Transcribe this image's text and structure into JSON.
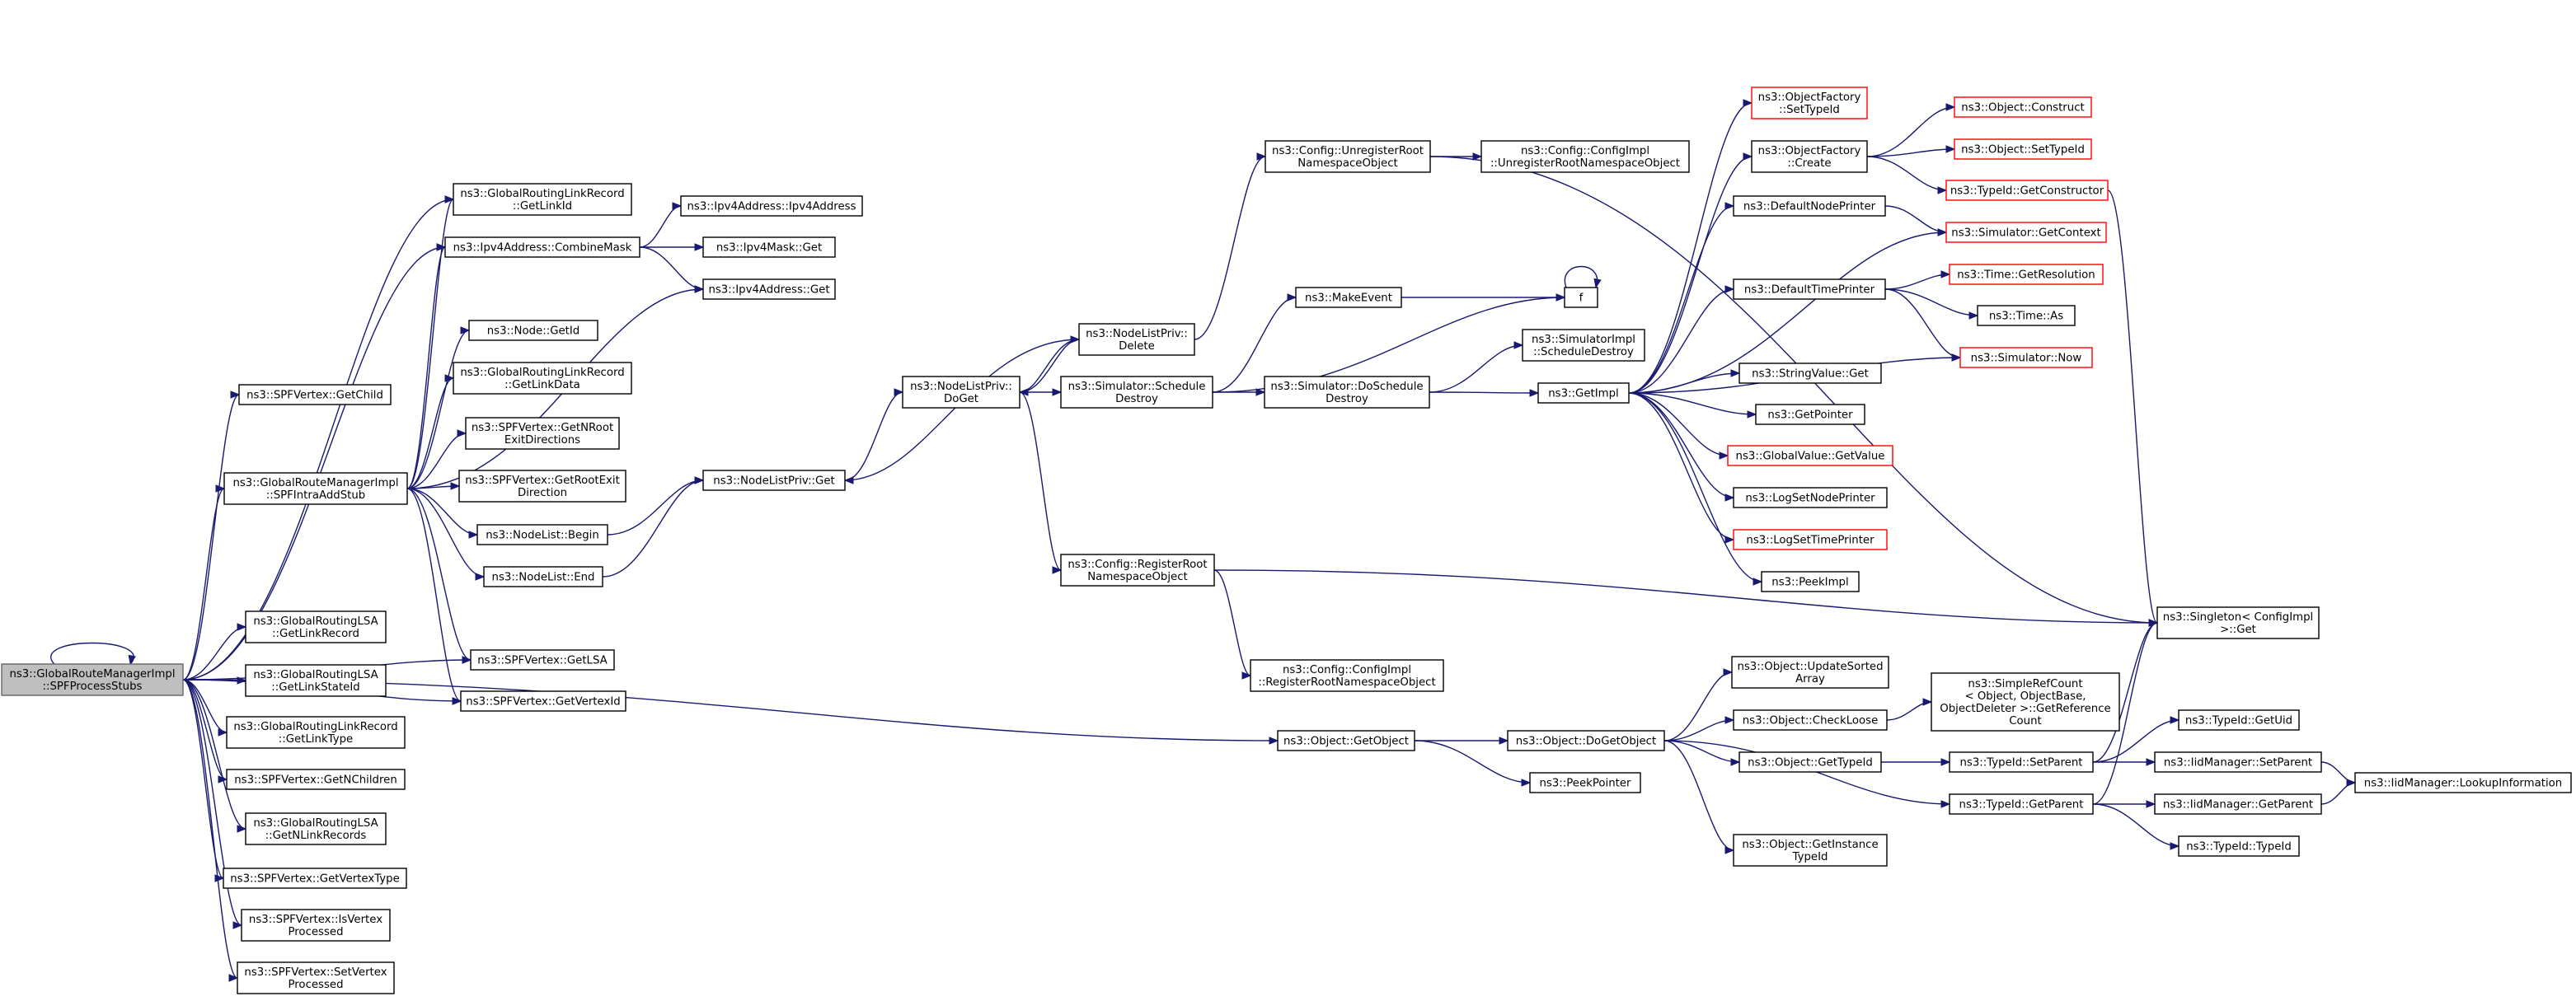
{
  "graph": {
    "root": "ns3::GlobalRouteManagerImpl::SPFProcessStubs",
    "colors": {
      "edge": "#191970",
      "box_border": "#000000",
      "truncated_border": "#ff0000",
      "root_fill": "#bfbfbf"
    },
    "nodes": [
      {
        "id": "root",
        "lines": [
          "ns3::GlobalRouteManagerImpl",
          "::SPFProcessStubs"
        ],
        "style": "root"
      },
      {
        "id": "getchild",
        "lines": [
          "ns3::SPFVertex::GetChild"
        ]
      },
      {
        "id": "spfintra",
        "lines": [
          "ns3::GlobalRouteManagerImpl",
          "::SPFIntraAddStub"
        ]
      },
      {
        "id": "lsa_linkrecord",
        "lines": [
          "ns3::GlobalRoutingLSA",
          "::GetLinkRecord"
        ]
      },
      {
        "id": "lsa_linkstateid",
        "lines": [
          "ns3::GlobalRoutingLSA",
          "::GetLinkStateId"
        ]
      },
      {
        "id": "lr_gettype",
        "lines": [
          "ns3::GlobalRoutingLinkRecord",
          "::GetLinkType"
        ]
      },
      {
        "id": "getnchildren",
        "lines": [
          "ns3::SPFVertex::GetNChildren"
        ]
      },
      {
        "id": "getnlinkrecords",
        "lines": [
          "ns3::GlobalRoutingLSA",
          "::GetNLinkRecords"
        ]
      },
      {
        "id": "getvertextype",
        "lines": [
          "ns3::SPFVertex::GetVertexType"
        ]
      },
      {
        "id": "isvertexprocessed",
        "lines": [
          "ns3::SPFVertex::IsVertex",
          "Processed"
        ]
      },
      {
        "id": "setvertexprocessed",
        "lines": [
          "ns3::SPFVertex::SetVertex",
          "Processed"
        ]
      },
      {
        "id": "lr_getlinkid",
        "lines": [
          "ns3::GlobalRoutingLinkRecord",
          "::GetLinkId"
        ]
      },
      {
        "id": "combinemask",
        "lines": [
          "ns3::Ipv4Address::CombineMask"
        ]
      },
      {
        "id": "nodegetid",
        "lines": [
          "ns3::Node::GetId"
        ]
      },
      {
        "id": "lr_getlinkdata",
        "lines": [
          "ns3::GlobalRoutingLinkRecord",
          "::GetLinkData"
        ]
      },
      {
        "id": "getnrootexit",
        "lines": [
          "ns3::SPFVertex::GetNRoot",
          "ExitDirections"
        ]
      },
      {
        "id": "getrootexit",
        "lines": [
          "ns3::SPFVertex::GetRootExit",
          "Direction"
        ]
      },
      {
        "id": "nodelistbegin",
        "lines": [
          "ns3::NodeList::Begin"
        ]
      },
      {
        "id": "nodelistend",
        "lines": [
          "ns3::NodeList::End"
        ]
      },
      {
        "id": "getlsa",
        "lines": [
          "ns3::SPFVertex::GetLSA"
        ]
      },
      {
        "id": "getvertexid",
        "lines": [
          "ns3::SPFVertex::GetVertexId"
        ]
      },
      {
        "id": "ipv4addr_ctor",
        "lines": [
          "ns3::Ipv4Address::Ipv4Address"
        ]
      },
      {
        "id": "ipv4mask_get",
        "lines": [
          "ns3::Ipv4Mask::Get"
        ]
      },
      {
        "id": "ipv4addr_get",
        "lines": [
          "ns3::Ipv4Address::Get"
        ]
      },
      {
        "id": "nodelistpriv_get",
        "lines": [
          "ns3::NodeListPriv::Get"
        ]
      },
      {
        "id": "doget",
        "lines": [
          "ns3::NodeListPriv::",
          "DoGet"
        ]
      },
      {
        "id": "delete",
        "lines": [
          "ns3::NodeListPriv::",
          "Delete"
        ]
      },
      {
        "id": "schedule_destroy",
        "lines": [
          "ns3::Simulator::Schedule",
          "Destroy"
        ]
      },
      {
        "id": "registerroot",
        "lines": [
          "ns3::Config::RegisterRoot",
          "NamespaceObject"
        ]
      },
      {
        "id": "unregisterroot",
        "lines": [
          "ns3::Config::UnregisterRoot",
          "NamespaceObject"
        ]
      },
      {
        "id": "makeevent",
        "lines": [
          "ns3::MakeEvent"
        ]
      },
      {
        "id": "doschedule_destroy",
        "lines": [
          "ns3::Simulator::DoSchedule",
          "Destroy"
        ]
      },
      {
        "id": "impl_registerroot",
        "lines": [
          "ns3::Config::ConfigImpl",
          "::RegisterRootNamespaceObject"
        ]
      },
      {
        "id": "impl_unregisterroot",
        "lines": [
          "ns3::Config::ConfigImpl",
          "::UnregisterRootNamespaceObject"
        ]
      },
      {
        "id": "f",
        "lines": [
          "f"
        ]
      },
      {
        "id": "simimpl_scheduledestroy",
        "lines": [
          "ns3::SimulatorImpl",
          "::ScheduleDestroy"
        ]
      },
      {
        "id": "getimpl",
        "lines": [
          "ns3::GetImpl"
        ]
      },
      {
        "id": "getobject",
        "lines": [
          "ns3::Object::GetObject"
        ]
      },
      {
        "id": "dogetobject",
        "lines": [
          "ns3::Object::DoGetObject"
        ]
      },
      {
        "id": "peekpointer",
        "lines": [
          "ns3::PeekPointer"
        ]
      },
      {
        "id": "of_settypeid",
        "lines": [
          "ns3::ObjectFactory",
          "::SetTypeId"
        ],
        "style": "red"
      },
      {
        "id": "of_create",
        "lines": [
          "ns3::ObjectFactory",
          "::Create"
        ]
      },
      {
        "id": "defaultnodeprinter",
        "lines": [
          "ns3::DefaultNodePrinter"
        ]
      },
      {
        "id": "defaulttimeprinter",
        "lines": [
          "ns3::DefaultTimePrinter"
        ]
      },
      {
        "id": "stringvalue_get",
        "lines": [
          "ns3::StringValue::Get"
        ]
      },
      {
        "id": "getpointer",
        "lines": [
          "ns3::GetPointer"
        ]
      },
      {
        "id": "globalvalue_getvalue",
        "lines": [
          "ns3::GlobalValue::GetValue"
        ],
        "style": "red"
      },
      {
        "id": "logsetnodeprinter",
        "lines": [
          "ns3::LogSetNodePrinter"
        ]
      },
      {
        "id": "logsettimeprinter",
        "lines": [
          "ns3::LogSetTimePrinter"
        ],
        "style": "red"
      },
      {
        "id": "peekimpl",
        "lines": [
          "ns3::PeekImpl"
        ]
      },
      {
        "id": "updatesortedarray",
        "lines": [
          "ns3::Object::UpdateSorted",
          "Array"
        ]
      },
      {
        "id": "checkloose",
        "lines": [
          "ns3::Object::CheckLoose"
        ]
      },
      {
        "id": "object_gettypeid",
        "lines": [
          "ns3::Object::GetTypeId"
        ]
      },
      {
        "id": "getinstancetypeid",
        "lines": [
          "ns3::Object::GetInstance",
          "TypeId"
        ]
      },
      {
        "id": "object_construct",
        "lines": [
          "ns3::Object::Construct"
        ],
        "style": "red"
      },
      {
        "id": "object_settypeid",
        "lines": [
          "ns3::Object::SetTypeId"
        ],
        "style": "red"
      },
      {
        "id": "typeid_getconstructor",
        "lines": [
          "ns3::TypeId::GetConstructor"
        ],
        "style": "red"
      },
      {
        "id": "simulator_getcontext",
        "lines": [
          "ns3::Simulator::GetContext"
        ],
        "style": "red"
      },
      {
        "id": "time_getresolution",
        "lines": [
          "ns3::Time::GetResolution"
        ],
        "style": "red"
      },
      {
        "id": "time_as",
        "lines": [
          "ns3::Time::As"
        ]
      },
      {
        "id": "simulator_now",
        "lines": [
          "ns3::Simulator::Now"
        ],
        "style": "red"
      },
      {
        "id": "simplerefcount",
        "lines": [
          "ns3::SimpleRefCount",
          "< Object, ObjectBase,",
          "ObjectDeleter >::GetReference",
          "Count"
        ]
      },
      {
        "id": "typeid_setparent",
        "lines": [
          "ns3::TypeId::SetParent"
        ]
      },
      {
        "id": "typeid_getparent",
        "lines": [
          "ns3::TypeId::GetParent"
        ]
      },
      {
        "id": "singleton_get",
        "lines": [
          "ns3::Singleton< ConfigImpl",
          " >::Get"
        ]
      },
      {
        "id": "typeid_getuid",
        "lines": [
          "ns3::TypeId::GetUid"
        ]
      },
      {
        "id": "iidmanager_setparent",
        "lines": [
          "ns3::IidManager::SetParent"
        ]
      },
      {
        "id": "iidmanager_getparent",
        "lines": [
          "ns3::IidManager::GetParent"
        ]
      },
      {
        "id": "typeid_typeid",
        "lines": [
          "ns3::TypeId::TypeId"
        ]
      },
      {
        "id": "lookupinformation",
        "lines": [
          "ns3::IidManager::LookupInformation"
        ]
      }
    ]
  }
}
